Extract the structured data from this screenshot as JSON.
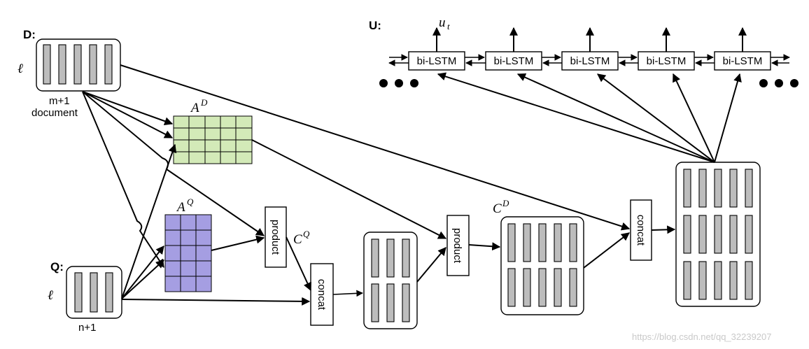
{
  "labels": {
    "D": "D:",
    "Q": "Q:",
    "U": "U:",
    "ell_doc": "ℓ",
    "ell_q": "ℓ",
    "doc_len": "m+1",
    "doc_word": "document",
    "q_len": "n+1",
    "AD_base": "A",
    "AD_sup": "D",
    "AQ_base": "A",
    "AQ_sup": "Q",
    "CQ_base": "C",
    "CQ_sup": "Q",
    "CD_base": "C",
    "CD_sup": "D",
    "ut_base": "u",
    "ut_sub": "t",
    "product1": "product",
    "product2": "product",
    "concat1": "concat",
    "concat2": "concat"
  },
  "lstm": {
    "cells": [
      "bi-LSTM",
      "bi-LSTM",
      "bi-LSTM",
      "bi-LSTM",
      "bi-LSTM"
    ]
  },
  "colors": {
    "AD_fill": "#d3eab8",
    "AQ_fill": "#a59ee2",
    "bar_fill": "#bdbdbd"
  },
  "watermark": "https://blog.csdn.net/qq_32239207"
}
